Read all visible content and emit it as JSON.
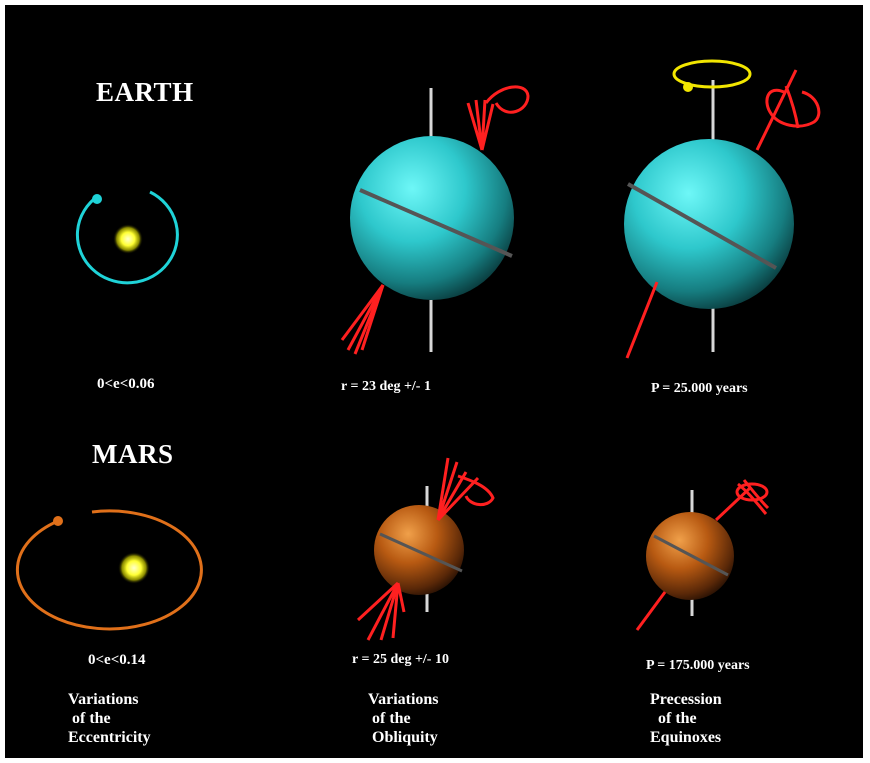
{
  "planets": {
    "earth": {
      "name": "EARTH",
      "eccentricity": "0<e<0.06",
      "obliquity": "r = 23 deg +/- 1",
      "precession": "P = 25.000 years"
    },
    "mars": {
      "name": "MARS",
      "eccentricity": "0<e<0.14",
      "obliquity": "r = 25 deg +/- 10",
      "precession": "P = 175.000 years"
    }
  },
  "captions": {
    "eccentricity": {
      "line1": "Variations",
      "line2": "of the",
      "line3": "Eccentricity"
    },
    "obliquity": {
      "line1": "Variations",
      "line2": "of the",
      "line3": "Obliquity"
    },
    "precession": {
      "line1": "Precession",
      "line2": "of the",
      "line3": "Equinoxes"
    }
  },
  "colors": {
    "background": "#000000",
    "earth_orbit": "#1fd3d8",
    "mars_orbit": "#e0701a",
    "sun": "#ffff33",
    "earth_planet": "#2ec8cc",
    "mars_planet": "#b85a12",
    "axis_lines": "#d8d8d8",
    "precession_cone": "#ff2020",
    "precession_ring": "#f2e600"
  }
}
